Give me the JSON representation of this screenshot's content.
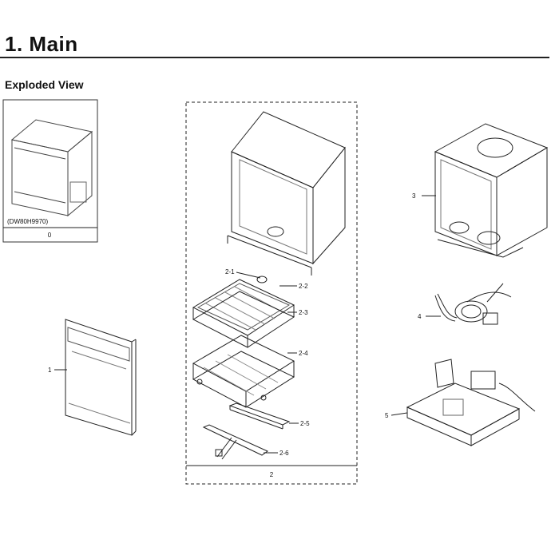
{
  "heading": {
    "number": "1.",
    "title": "Main",
    "full": "1.  Main"
  },
  "section": "Exploded View",
  "boxes": {
    "model_box": {
      "model": "(DW80H9970)",
      "index": "0"
    },
    "assembly_box": {
      "index": "2"
    }
  },
  "callouts": {
    "door": "1",
    "rack_upper": "2-1",
    "rack_top": "2-2",
    "rack_frame": "2-3",
    "rack_lower": "2-4",
    "spray_arm_upper": "2-5",
    "spray_arm_lower": "2-6",
    "tub": "3",
    "hose_assembly": "4",
    "base": "5"
  }
}
